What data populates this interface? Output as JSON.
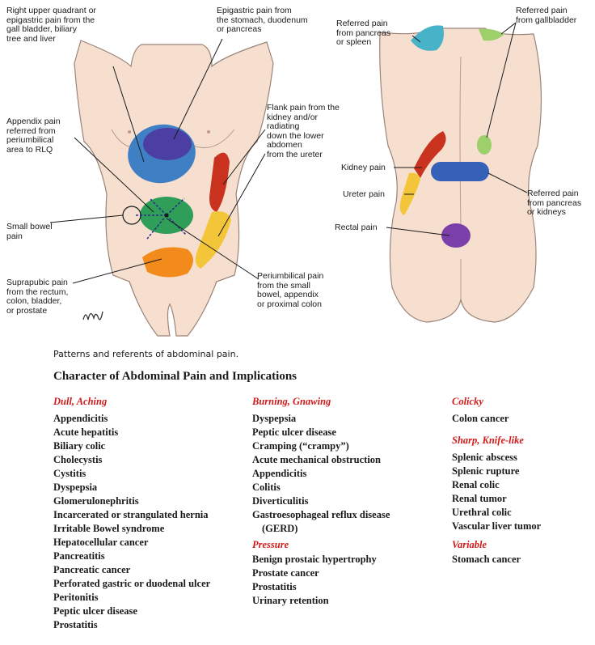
{
  "figure": {
    "labels": {
      "ruq": "Right upper quadrant or\nepigastric pain from the\ngall bladder, biliary\ntree and liver",
      "epigastric": "Epigastric pain from\nthe stomach, duodenum\nor pancreas",
      "appendix": "Appendix pain\nreferred from\nperiumbilical\narea to RLQ",
      "flank": "Flank pain from the\nkidney and/or\nradiating\ndown the lower\nabdomen\nfrom the ureter",
      "small_bowel": "Small bowel\npain",
      "suprapubic": "Suprapubic pain\nfrom the rectum,\ncolon, bladder,\nor prostate",
      "periumbilical": "Periumbilical pain\nfrom the small\nbowel, appendix\nor  proximal colon",
      "ref_pancreas_spleen": "Referred pain\nfrom pancreas\nor spleen",
      "ref_gallbladder": "Referred pain\nfrom gallbladder",
      "kidney": "Kidney pain",
      "ureter": "Ureter pain",
      "rectal": "Rectal pain",
      "ref_pancreas_kidneys": "Referred pain\nfrom pancreas\nor kidneys"
    },
    "zone_colors": {
      "blue_light": "#3f7fc3",
      "purple": "#4b3fa3",
      "green": "#2f9e58",
      "orange": "#f28a1c",
      "yellow": "#f3c63a",
      "red": "#c9321f",
      "teal": "#47b3c9",
      "light_green": "#9dcf6a",
      "kidney_blue": "#3561b8",
      "rectal_purple": "#7a3fa8",
      "skin": "#f7dfd0",
      "outline": "#9a8478"
    }
  },
  "caption": "Patterns and referents of abdominal pain.",
  "table": {
    "title": "Character of Abdominal Pain and Implications",
    "columns": [
      {
        "groups": [
          {
            "heading": "Dull, Aching",
            "items": [
              "Appendicitis",
              "Acute hepatitis",
              "Biliary colic",
              "Cholecystis",
              "Cystitis",
              "Dyspepsia",
              "Glomerulonephritis",
              "Incarcerated or strangulated hernia",
              "Irritable Bowel syndrome",
              "Hepatocellular cancer",
              "Pancreatitis",
              "Pancreatic cancer",
              "Perforated gastric or duodenal ulcer",
              "Peritonitis",
              "Peptic ulcer disease",
              "Prostatitis"
            ]
          }
        ]
      },
      {
        "groups": [
          {
            "heading": "Burning, Gnawing",
            "items": [
              "Dyspepsia",
              "Peptic ulcer disease",
              "Cramping (“crampy”)",
              "Acute mechanical obstruction",
              "Appendicitis",
              "Colitis",
              "Diverticulitis",
              "Gastroesophageal reflux disease",
              "(GERD)"
            ]
          },
          {
            "heading": "Pressure",
            "items": [
              "Benign prostaic hypertrophy",
              "Prostate cancer",
              "Prostatitis",
              "Urinary retention"
            ]
          }
        ]
      },
      {
        "groups": [
          {
            "heading": "Colicky",
            "items": [
              "Colon cancer"
            ]
          },
          {
            "heading": "Sharp, Knife-like",
            "items": [
              "Splenic abscess",
              "Splenic rupture",
              "Renal colic",
              "Renal tumor",
              "Urethral colic",
              "Vascular liver tumor"
            ]
          },
          {
            "heading": "Variable",
            "items": [
              "Stomach cancer"
            ]
          }
        ]
      }
    ]
  }
}
